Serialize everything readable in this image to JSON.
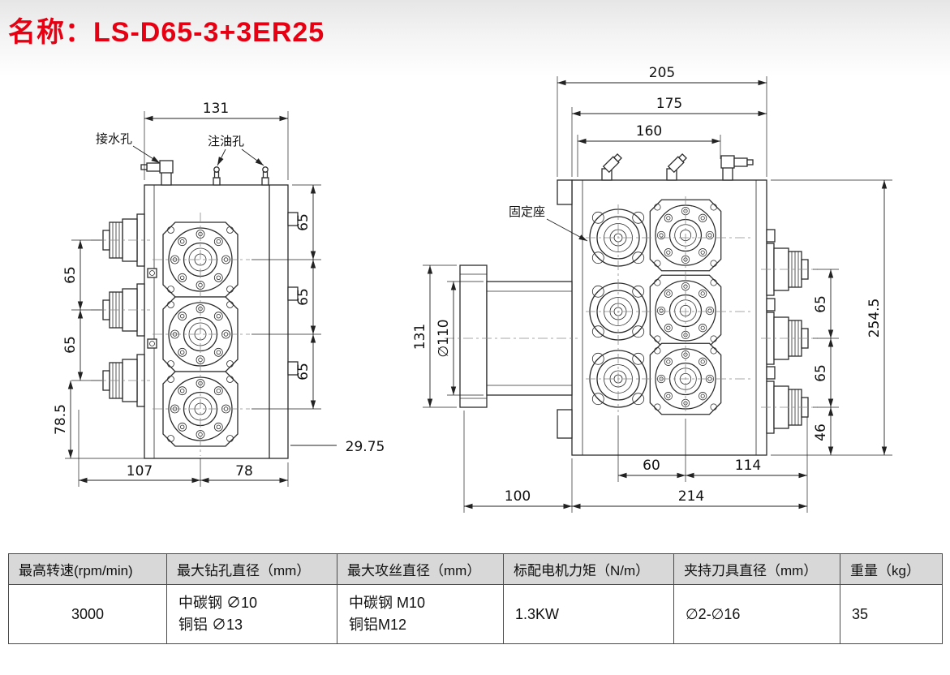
{
  "page": {
    "title": "名称：LS-D65-3+3ER25"
  },
  "colors": {
    "title_red": "#e60012",
    "line": "#2b2b2b",
    "table_header_bg": "#d8d8d8"
  },
  "drawing": {
    "labels": {
      "water_hole": "接水孔",
      "oil_hole": "注油孔",
      "fixed_seat": "固定座"
    },
    "front_view_dims": {
      "width_top": "131",
      "spacing_left_1": "65",
      "spacing_left_2": "65",
      "bottom_left": "78.5",
      "spacing_right_1": "65",
      "spacing_right_2": "65",
      "spacing_right_3": "65",
      "offset_bottom": "29.75",
      "bottom_1": "107",
      "bottom_2": "78"
    },
    "side_view_dims": {
      "width_overall": "205",
      "width_body": "175",
      "width_inner": "160",
      "plate_height": "131",
      "cylinder_dia": "∅110",
      "spacing_right_1": "65",
      "spacing_right_2": "65",
      "bottom_right": "46",
      "height_overall": "254.5",
      "spindle_spacing": "60",
      "collet_reach": "114",
      "plate_depth": "100",
      "body_depth": "214"
    }
  },
  "table": {
    "headers": [
      "最高转速(rpm/min)",
      "最大钻孔直径（mm）",
      "最大攻丝直径（mm）",
      "标配电机力矩（N/m）",
      "夹持刀具直径（mm）",
      "重量（kg）"
    ],
    "row": {
      "speed": "3000",
      "drill_line1": "中碳钢 ∅10",
      "drill_line2": "铜铝 ∅13",
      "tap_line1": "中碳钢 M10",
      "tap_line2": "铜铝M12",
      "motor": "1.3KW",
      "tool_dia": "∅2-∅16",
      "weight": "35"
    }
  }
}
